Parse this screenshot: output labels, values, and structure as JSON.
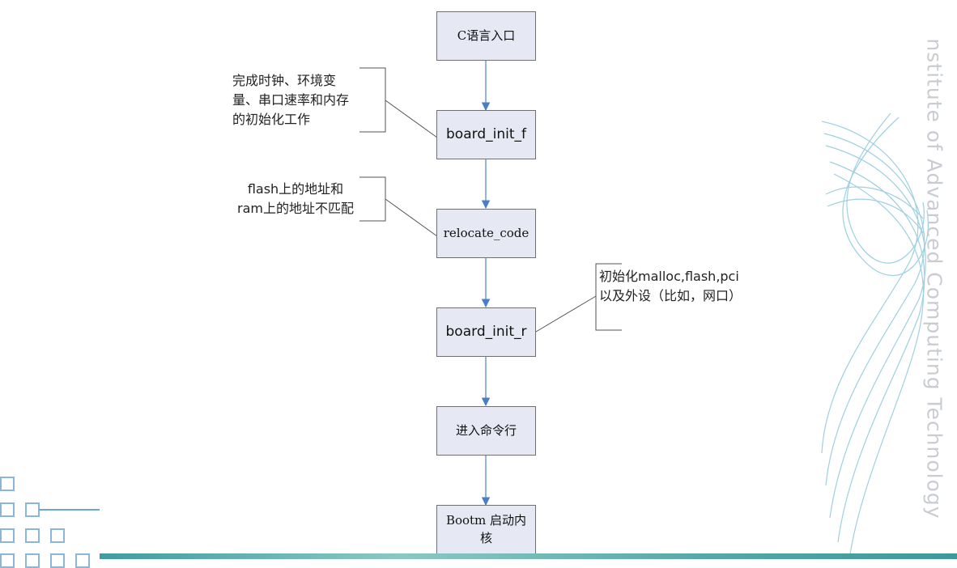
{
  "flowchart": {
    "steps": [
      {
        "label": "C语言入口"
      },
      {
        "label": "board_init_f"
      },
      {
        "label": "relocate_code"
      },
      {
        "label": "board_init_r"
      },
      {
        "label": "进入命令行"
      },
      {
        "label": "Bootm 启动内核"
      }
    ],
    "notes": {
      "init_f": "完成时钟、环境变量、串口速率和内存的初始化工作",
      "relocate": "flash上的地址和ram上的地址不匹配",
      "init_r": "初始化malloc,flash,pci以及外设（比如，网口）"
    }
  },
  "watermark": "nstitute of Advanced Computing Technology",
  "colors": {
    "box_fill": "#e6e9f4",
    "arrow": "#4a7fc4",
    "footer": "#4aa3a3"
  }
}
